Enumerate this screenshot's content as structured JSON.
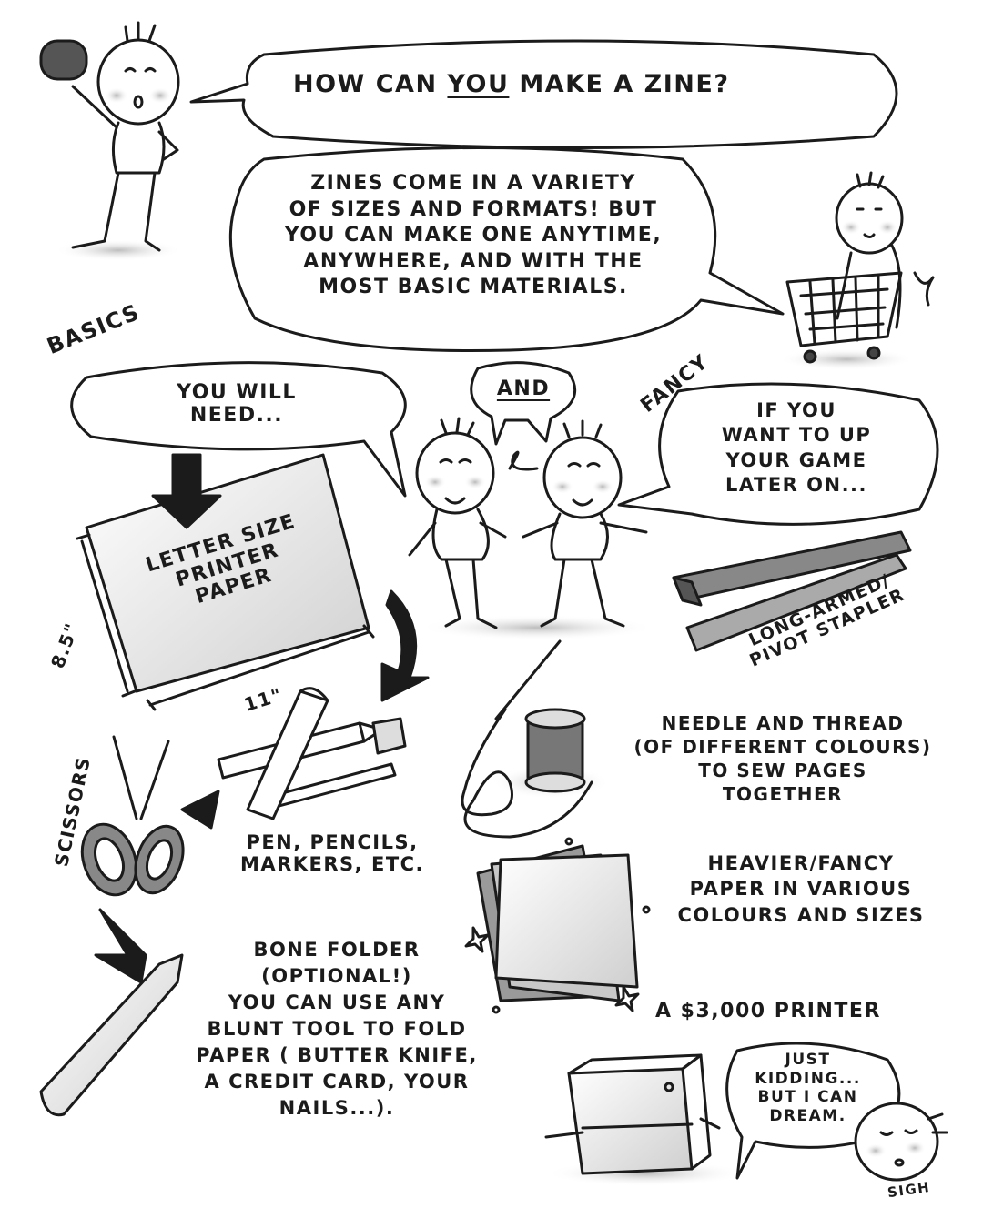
{
  "comic": {
    "question": {
      "before": "HOW CAN",
      "emphasis": "YOU",
      "after": "MAKE A ZINE?"
    },
    "intro": {
      "line1": "ZINES COME IN A VARIETY",
      "line2": "OF SIZES AND FORMATS! BUT",
      "line3": "YOU CAN MAKE ONE ANYTIME,",
      "line4": "ANYWHERE, AND WITH THE",
      "line5": "MOST BASIC MATERIALS."
    },
    "basics_label": "BASICS",
    "fancy_label": "FANCY",
    "need_bubble": {
      "line1": "YOU WILL",
      "line2": "NEED..."
    },
    "and_bubble": "AND",
    "fancy_bubble": {
      "line1": "IF YOU",
      "line2": "WANT TO UP",
      "line3": "YOUR GAME",
      "line4": "LATER ON..."
    },
    "paper": {
      "line1": "LETTER SIZE",
      "line2": "PRINTER",
      "line3": "PAPER",
      "height_label": "8.5\"",
      "width_label": "11\""
    },
    "scissors_label": "SCISSORS",
    "pens_label": {
      "line1": "PEN, PENCILS,",
      "line2": "MARKERS, ETC."
    },
    "bone_folder": {
      "line1": "BONE FOLDER",
      "line2": "(OPTIONAL!)",
      "line3": "YOU CAN USE ANY",
      "line4": "BLUNT TOOL TO FOLD",
      "line5": "PAPER ( BUTTER KNIFE,",
      "line6": "A CREDIT CARD, YOUR",
      "line7": "NAILS...)."
    },
    "stapler_label": {
      "line1": "LONG-ARMED/",
      "line2": "PIVOT STAPLER"
    },
    "needle": {
      "line1": "NEEDLE AND THREAD",
      "line2": "(OF DIFFERENT COLOURS)",
      "line3": "TO SEW PAGES",
      "line4": "TOGETHER"
    },
    "fancy_paper": {
      "line1": "HEAVIER/FANCY",
      "line2": "PAPER IN VARIOUS",
      "line3": "COLOURS AND SIZES"
    },
    "printer_label": "A $3,000 PRINTER",
    "kidding": {
      "line1": "JUST",
      "line2": "KIDDING...",
      "line3": "BUT I CAN",
      "line4": "DREAM."
    },
    "sigh": "SIGH"
  },
  "icons": {
    "characters": [
      "pointing-character",
      "shopping-cart-character",
      "two-characters",
      "dreaming-character"
    ],
    "objects": [
      "paper-sheet",
      "scissors",
      "pen",
      "pencil",
      "marker",
      "eraser",
      "bone-folder",
      "stapler",
      "needle-thread-spool",
      "fancy-paper-stack",
      "printer"
    ]
  },
  "colors": {
    "ink": "#1b1b1b",
    "paper": "#ffffff",
    "shade": "#9a9a9a",
    "blush": "#c8c8c8"
  }
}
